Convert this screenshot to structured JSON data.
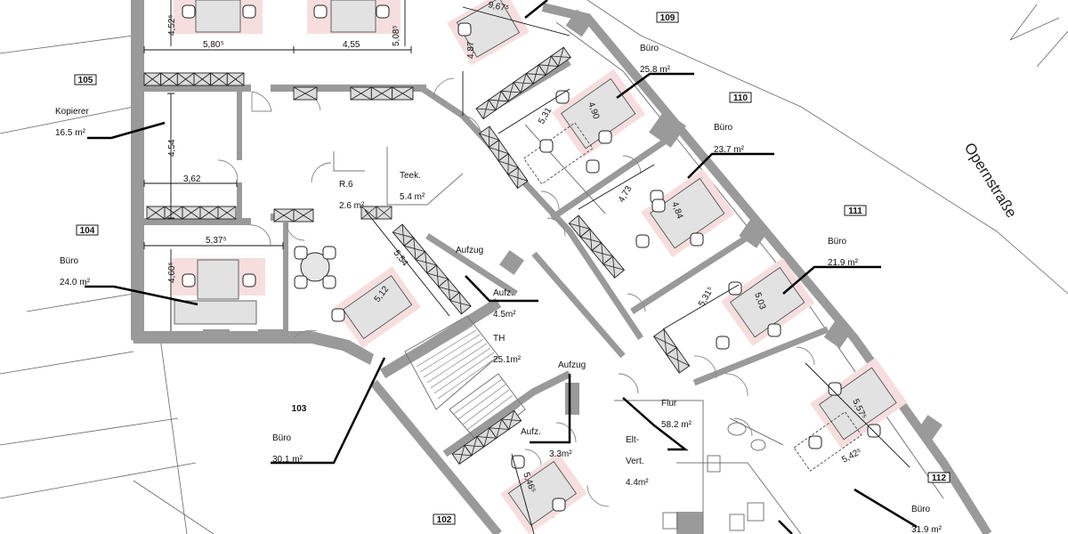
{
  "street_name": "Opernstraße",
  "rooms": [
    {
      "id": "r105",
      "number": "105",
      "name": "Kopierer",
      "area": "16.5 m²"
    },
    {
      "id": "r104",
      "number": "104",
      "name": "Büro",
      "area": "24.0 m²"
    },
    {
      "id": "r103",
      "number": "103",
      "name": "Büro",
      "area": "30.1 m²"
    },
    {
      "id": "r102",
      "number": "102",
      "name": "",
      "area": ""
    },
    {
      "id": "r109",
      "number": "109",
      "name": "Büro",
      "area": "25.8 m²"
    },
    {
      "id": "r110",
      "number": "110",
      "name": "Büro",
      "area": "23.7 m²"
    },
    {
      "id": "r111",
      "number": "111",
      "name": "Büro",
      "area": "21.9 m²"
    },
    {
      "id": "r112",
      "number": "112",
      "name": "Büro",
      "area": "31.9 m²"
    }
  ],
  "spaces": [
    {
      "id": "r6",
      "name": "R.6",
      "area": "2.6 m²"
    },
    {
      "id": "teek",
      "name": "Teek.",
      "area": "5.4 m²"
    },
    {
      "id": "aufzug1",
      "name": "Aufzug",
      "area": ""
    },
    {
      "id": "aufz1",
      "name": "Aufz.",
      "area": "4.5m²"
    },
    {
      "id": "th",
      "name": "TH",
      "area": "25.1m²"
    },
    {
      "id": "aufzug2",
      "name": "Aufzug",
      "area": ""
    },
    {
      "id": "aufz2",
      "name": "Aufz.",
      "area": "3.3m²"
    },
    {
      "id": "flur",
      "name": "Flur",
      "area": "58.2 m²"
    },
    {
      "id": "eltvert",
      "name": "Elt-",
      "name2": "Vert.",
      "area": "4.4m²"
    }
  ],
  "dimensions": {
    "d1": "4,52⁵",
    "d2": "5,80⁵",
    "d3": "4,55",
    "d4": "5,08⁵",
    "d5": "4,54",
    "d6": "3,62",
    "d7": "5,37⁵",
    "d8": "4,60⁵",
    "d9": "5,54",
    "d10": "5,12",
    "d11": "9,67⁵",
    "d12": "4,87",
    "d13": "5,31",
    "d14": "4,90",
    "d15": "4,73",
    "d16": "4,84",
    "d17": "5,31⁵",
    "d18": "5,03",
    "d19": "5,57⁵",
    "d20": "5,42⁵",
    "d21": "5,46⁵"
  }
}
